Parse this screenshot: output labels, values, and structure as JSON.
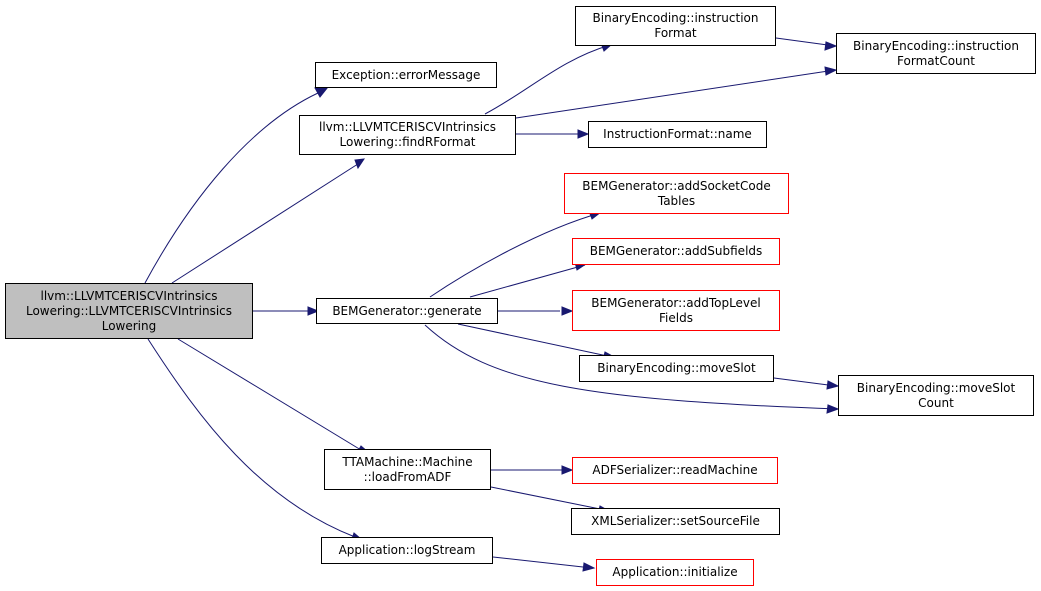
{
  "colors": {
    "edge": "#191970",
    "root_fill": "#bfbfbf",
    "node_border": "#000000",
    "incomplete_border": "#ff0000"
  },
  "nodes": {
    "root": "llvm::LLVMTCERISCVIntrinsics\nLowering::LLVMTCERISCVIntrinsics\nLowering",
    "error_message": "Exception::errorMessage",
    "find_rformat": "llvm::LLVMTCERISCVIntrinsics\nLowering::findRFormat",
    "instruction_format": "BinaryEncoding::instruction\nFormat",
    "instruction_format_count": "BinaryEncoding::instruction\nFormatCount",
    "instruction_format_name": "InstructionFormat::name",
    "bem_generate": "BEMGenerator::generate",
    "add_socket_code_tables": "BEMGenerator::addSocketCode\nTables",
    "add_subfields": "BEMGenerator::addSubfields",
    "add_top_level_fields": "BEMGenerator::addTopLevel\nFields",
    "move_slot": "BinaryEncoding::moveSlot",
    "move_slot_count": "BinaryEncoding::moveSlot\nCount",
    "load_from_adf": "TTAMachine::Machine\n::loadFromADF",
    "read_machine": "ADFSerializer::readMachine",
    "set_source_file": "XMLSerializer::setSourceFile",
    "log_stream": "Application::logStream",
    "app_initialize": "Application::initialize"
  }
}
